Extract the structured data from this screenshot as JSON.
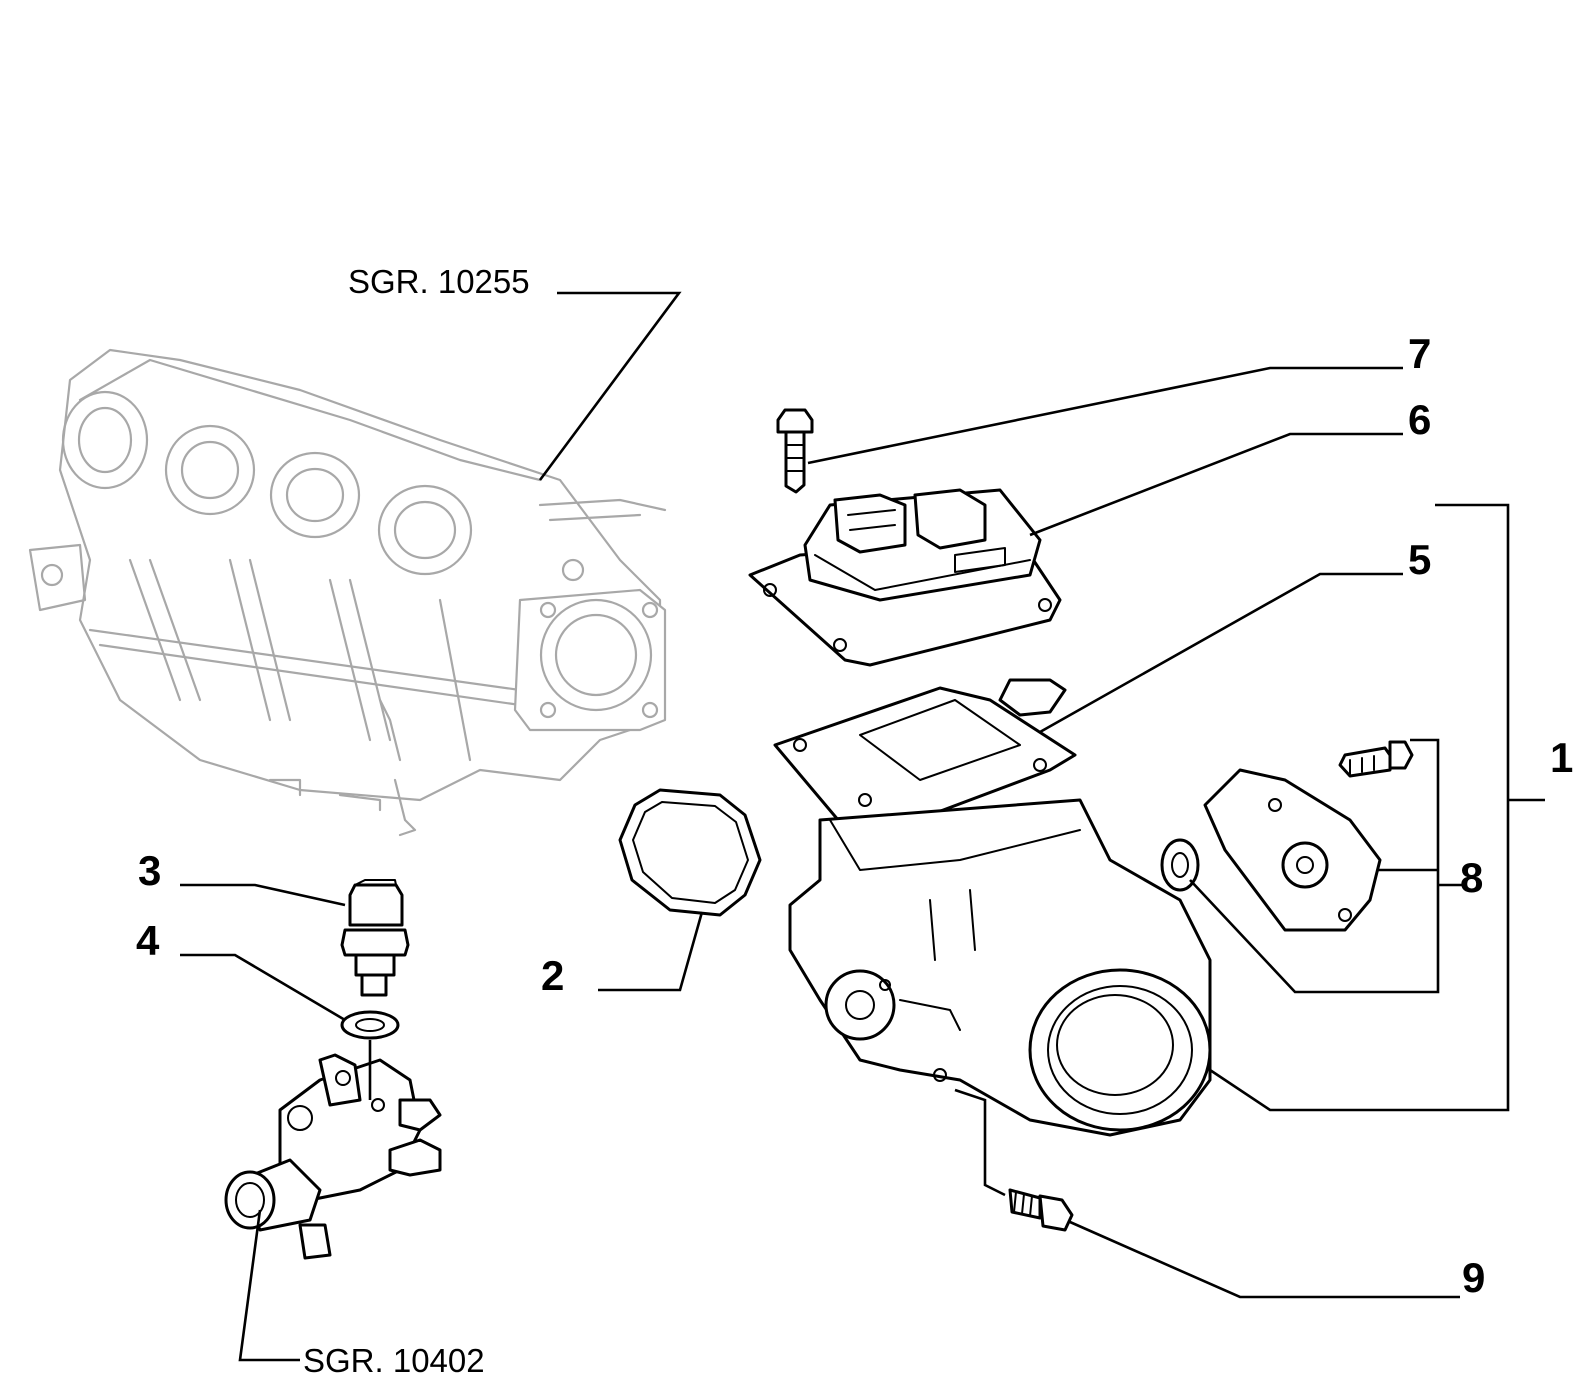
{
  "references": {
    "manifold_group": "SGR. 10255",
    "thermostat_group": "SGR. 10402"
  },
  "callouts": {
    "c1": "1",
    "c2": "2",
    "c3": "3",
    "c4": "4",
    "c5": "5",
    "c6": "6",
    "c7": "7",
    "c8": "8",
    "c9": "9"
  }
}
